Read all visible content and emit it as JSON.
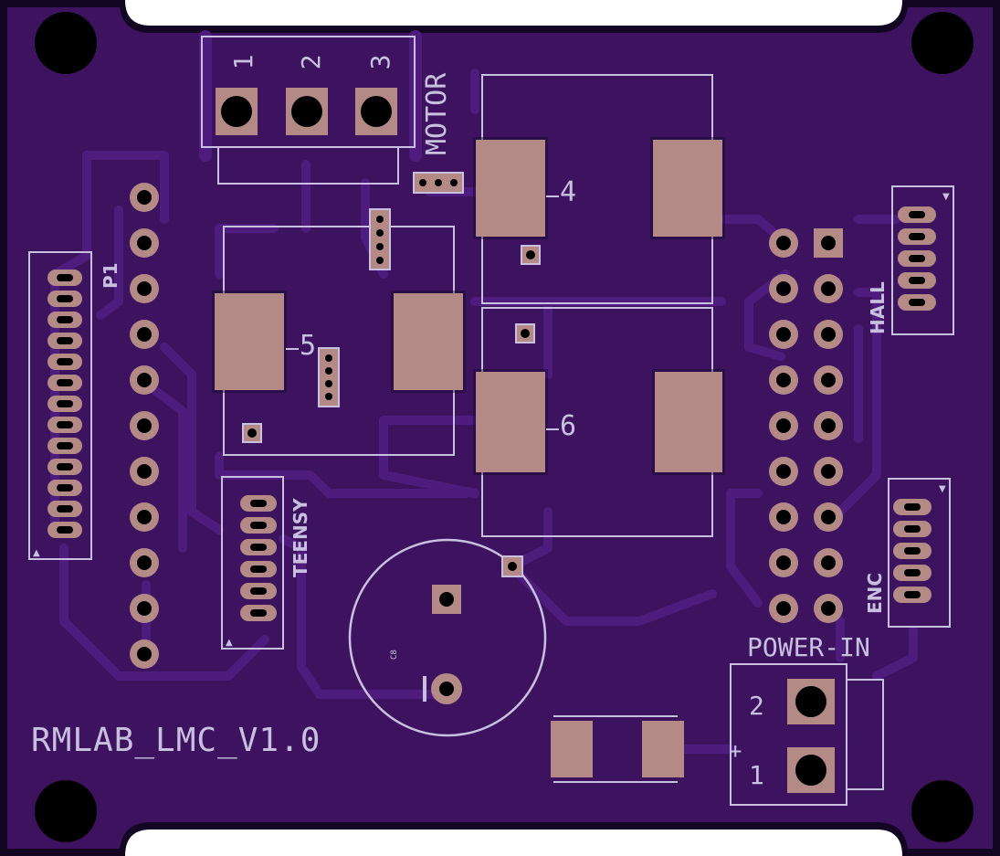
{
  "board": {
    "name": "RMLAB_LMC_V1.0",
    "colors": {
      "outline": "#120622",
      "soldermask": "#3d1360",
      "copper": "#4e1c7c",
      "silkscreen": "#c9bfe0",
      "pad": "#b38a86",
      "hole": "#000000"
    }
  },
  "labels": {
    "motor": "MOTOR",
    "motor_pin1": "1",
    "motor_pin2": "2",
    "motor_pin3": "3",
    "p1": "P1",
    "teensy": "TEENSY",
    "hall": "HALL",
    "enc": "ENC",
    "power_in": "POWER-IN",
    "power_pin2": "2",
    "power_pin1": "1",
    "plus": "+",
    "cap": "C8",
    "q4": "4",
    "q5": "5",
    "q6": "6"
  }
}
